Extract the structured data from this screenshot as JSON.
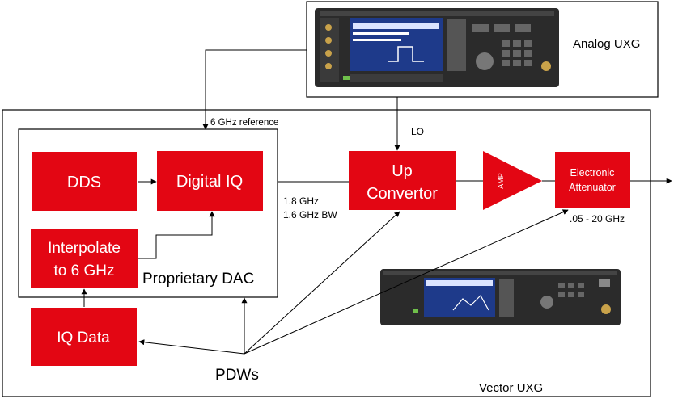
{
  "instruments": {
    "analog_uxg": {
      "caption": "Analog UXG"
    },
    "vector_uxg": {
      "caption": "Vector UXG"
    }
  },
  "dac": {
    "caption": "Proprietary DAC",
    "dds": "DDS",
    "digital_iq": "Digital IQ",
    "interpolate_line1": "Interpolate",
    "interpolate_line2": "to 6 GHz"
  },
  "iq_data": "IQ Data",
  "up_convertor_line1": "Up",
  "up_convertor_line2": "Convertor",
  "amp": "AMP",
  "attenuator_line1": "Electronic",
  "attenuator_line2": "Attenuator",
  "labels": {
    "reference": "6 GHz reference",
    "lo": "LO",
    "if_freq": "1.8 GHz",
    "bandwidth": "1.6 GHz BW",
    "freq_range": ".05 - 20 GHz",
    "pdws": "PDWs"
  },
  "colors": {
    "block_red": "#e30613",
    "instrument_body": "#2b2b2b",
    "screen_blue": "#1e3a8a"
  }
}
